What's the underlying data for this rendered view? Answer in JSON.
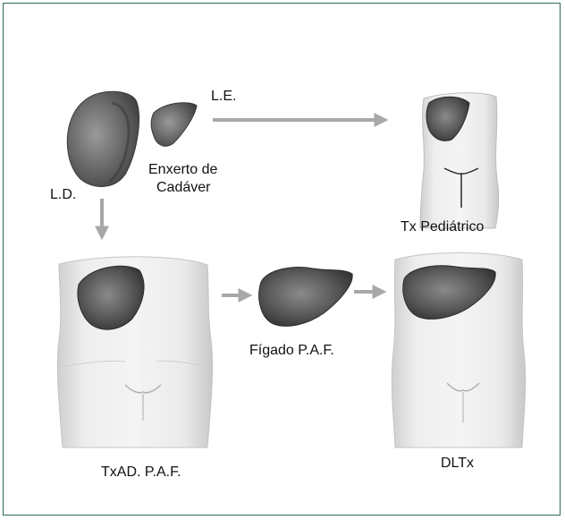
{
  "labels": {
    "le": "L.E.",
    "ld": "L.D.",
    "enxerto_line1": "Enxerto de",
    "enxerto_line2": "Cadáver",
    "tx_pediatrico": "Tx Pediátrico",
    "figado_paf": "Fígado P.A.F.",
    "txad_paf": "TxAD. P.A.F.",
    "dltx": "DLTx"
  },
  "colors": {
    "frame": "#2e6b4a",
    "arrow": "#a8a8a8",
    "liver_dark": "#4a4a4a",
    "torso": "#e4e4e4"
  }
}
